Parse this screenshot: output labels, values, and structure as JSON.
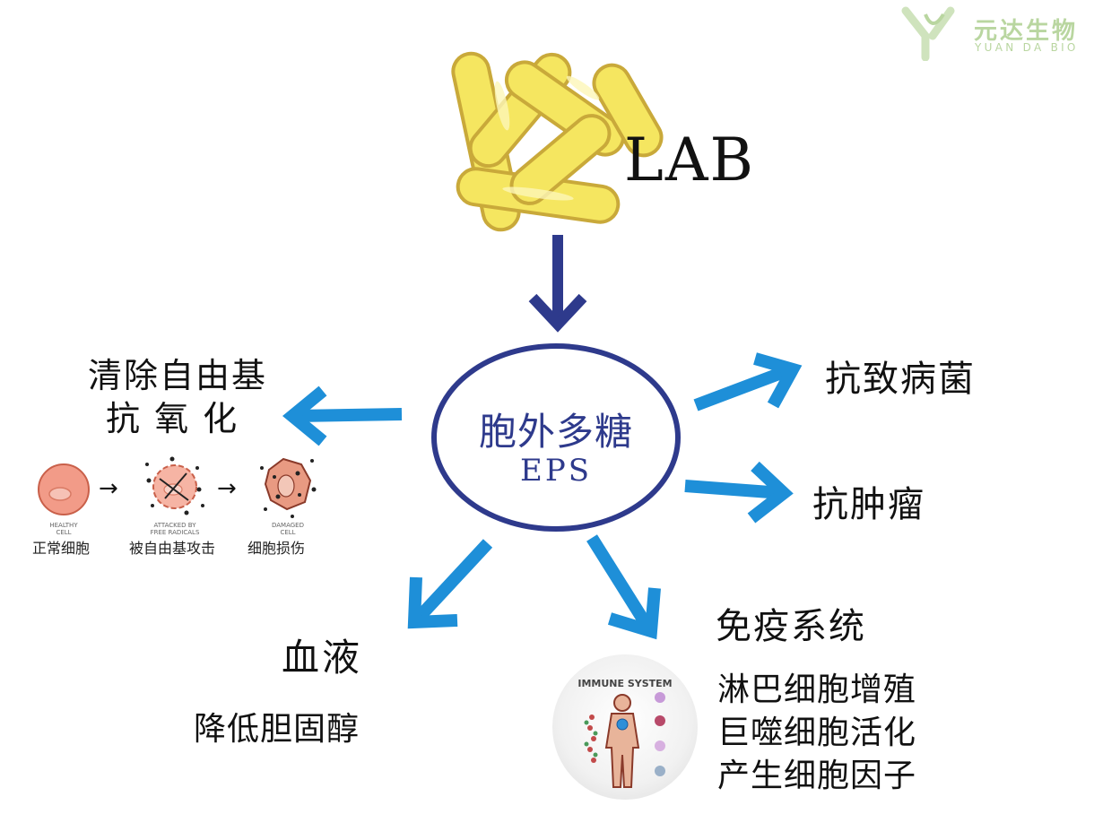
{
  "brand": {
    "name_cn": "元达生物",
    "name_en": "YUAN DA BIO",
    "color": "#b9d6a0"
  },
  "source": {
    "label": "LAB",
    "icon": "lactic-acid-bacteria-rods-icon",
    "rod_color": "#f5e660"
  },
  "center": {
    "title_cn": "胞外多糖",
    "title_en": "EPS",
    "color": "#2e3a8c"
  },
  "arrow_colors": {
    "source_arrow": "#2e3a8c",
    "effect_arrows": "#1e8fd8"
  },
  "effects": {
    "antioxidant": {
      "line1": "清除自由基",
      "line2": "抗 氧 化",
      "cells": [
        {
          "tag_line1": "HEALTHY",
          "tag_line2": "CELL",
          "caption": "正常细胞"
        },
        {
          "tag_line1": "ATTACKED BY",
          "tag_line2": "FREE RADICALS",
          "caption": "被自由基攻击"
        },
        {
          "tag_line1": "DAMAGED",
          "tag_line2": "CELL",
          "caption": "细胞损伤"
        }
      ],
      "arrow_glyph": "→"
    },
    "antipathogen": {
      "label": "抗致病菌"
    },
    "antitumor": {
      "label": "抗肿瘤"
    },
    "blood": {
      "title": "血液",
      "detail": "降低胆固醇"
    },
    "immune": {
      "title": "免疫系统",
      "details": [
        "淋巴细胞增殖",
        "巨噬细胞活化",
        "产生细胞因子"
      ],
      "image_label": "IMMUNE SYSTEM"
    }
  }
}
